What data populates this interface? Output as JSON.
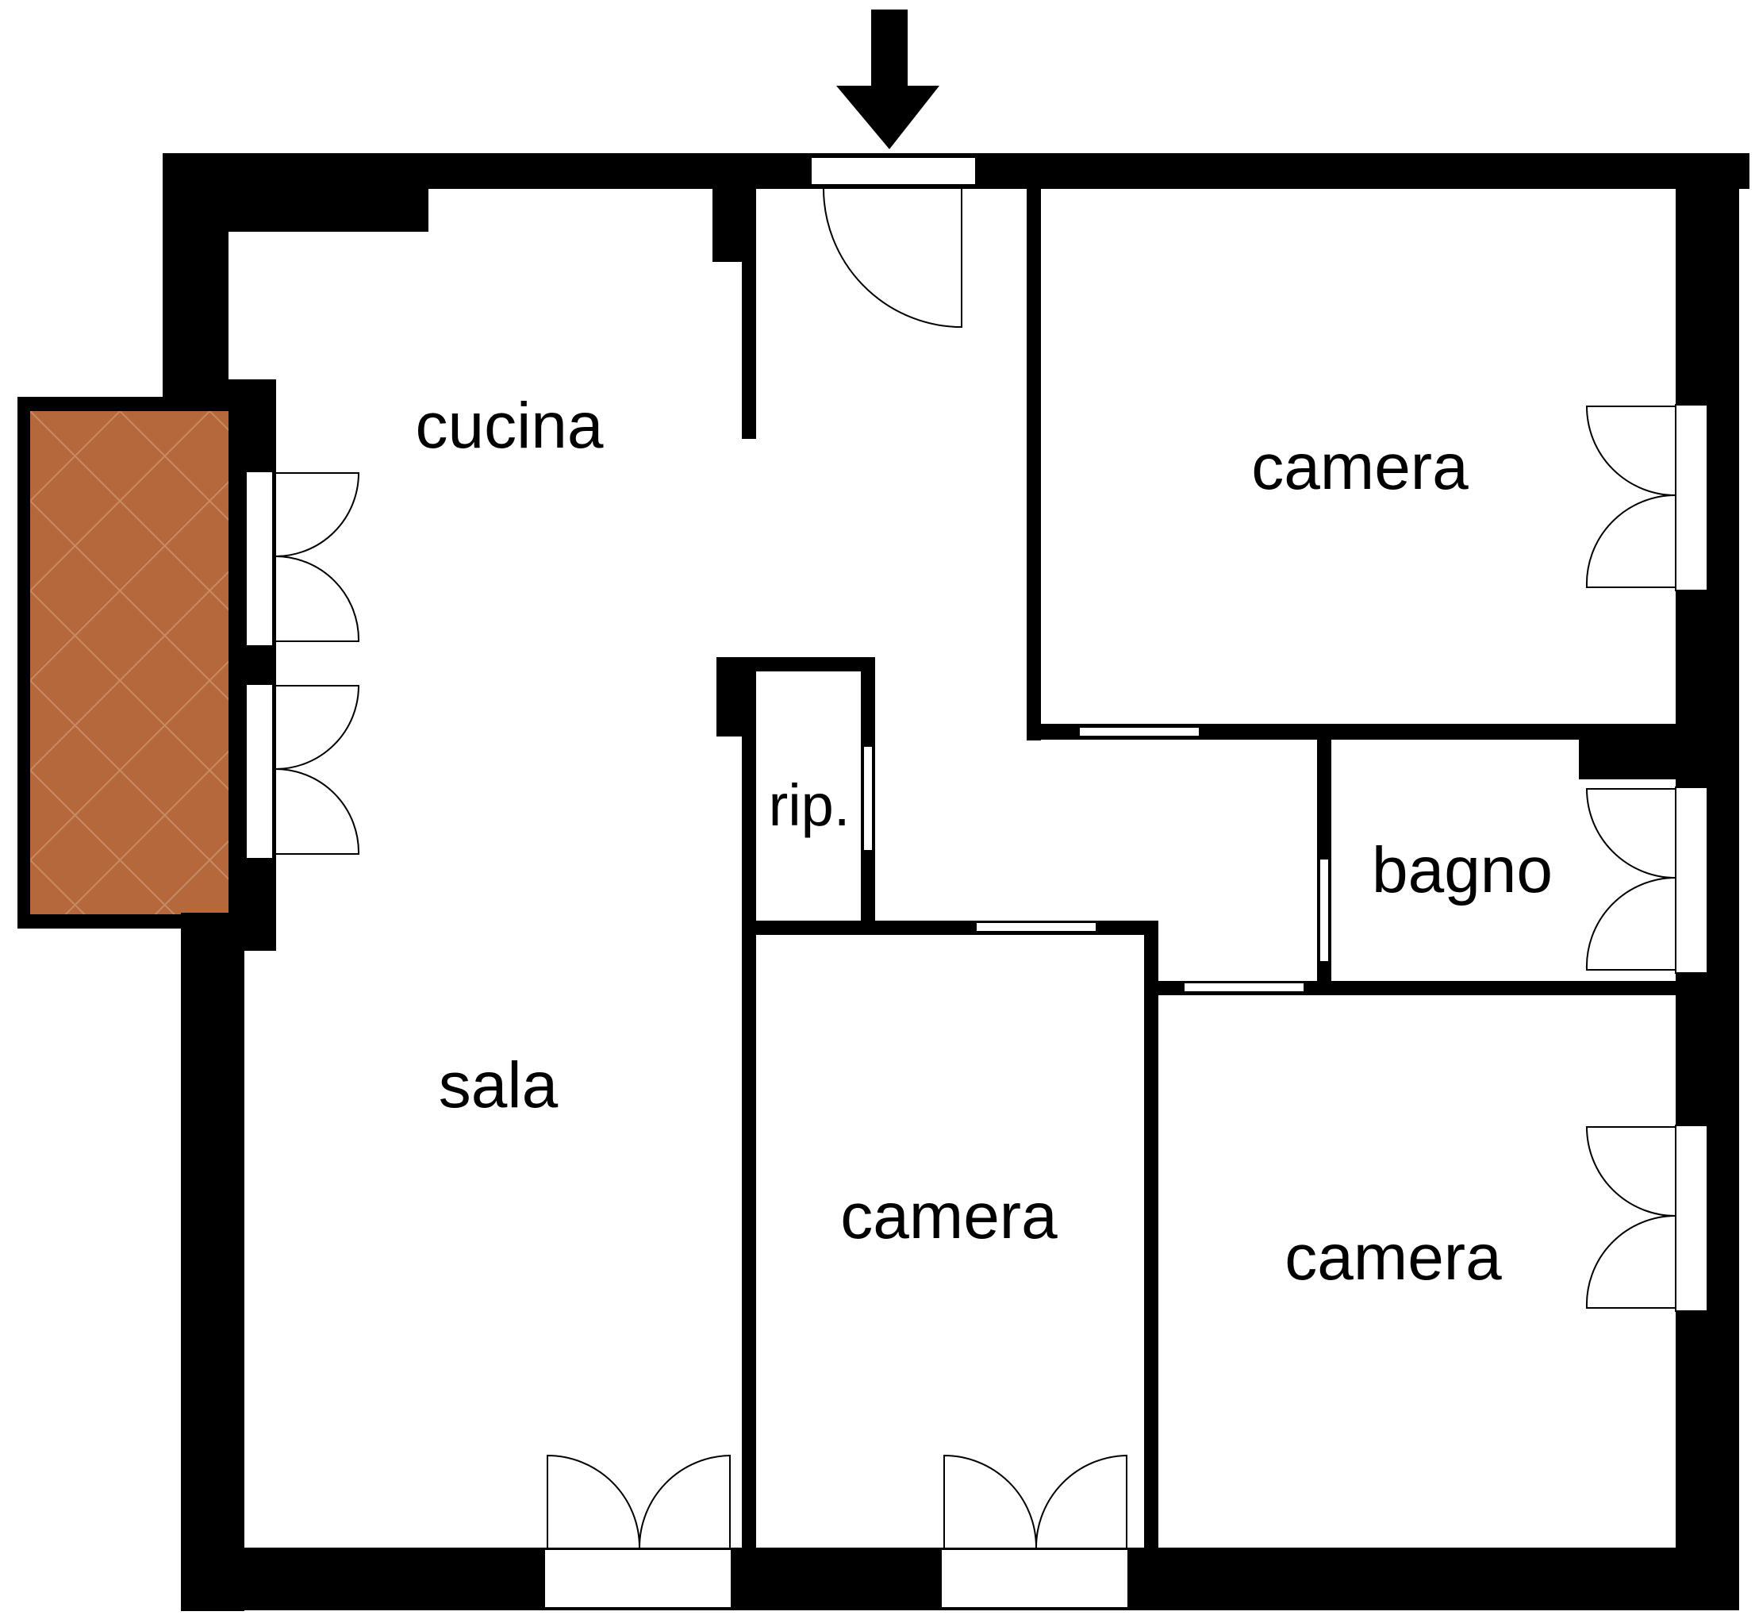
{
  "plan": {
    "colors": {
      "wall": "#000000",
      "floor": "#ffffff",
      "balcony_tile": "#b5683b",
      "balcony_tile_line": "#c98a62"
    },
    "entrance_icon": "arrow-down-icon",
    "rooms": {
      "cucina": "cucina",
      "camera_top": "camera",
      "rip": "rip.",
      "bagno": "bagno",
      "sala": "sala",
      "camera_middle": "camera",
      "camera_bottom": "camera"
    }
  }
}
